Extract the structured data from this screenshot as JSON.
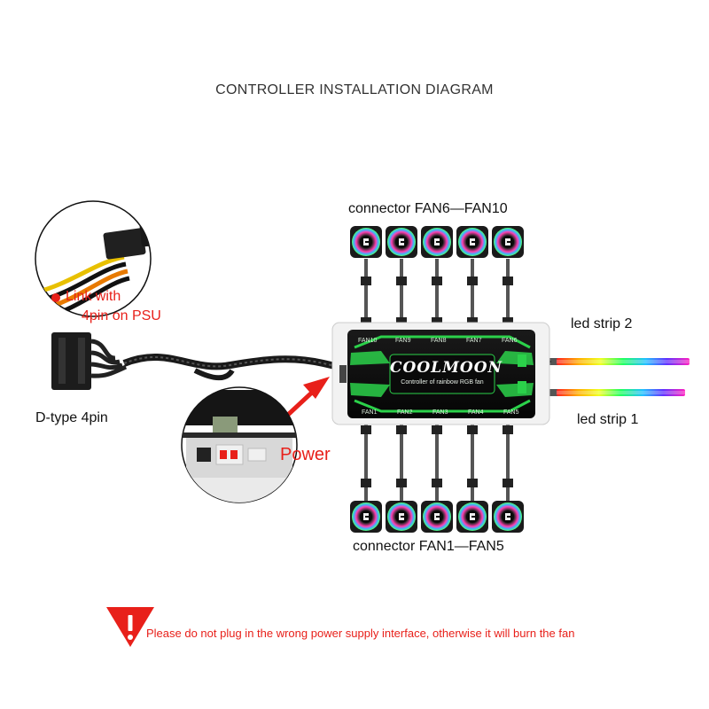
{
  "title": "CONTROLLER INSTALLATION DIAGRAM",
  "labels": {
    "connector_top": "connector  FAN6—FAN10",
    "connector_bottom": "connector  FAN1—FAN5",
    "led_strip_2": "led strip 2",
    "led_strip_1": "led strip 1",
    "dtype": "D-type 4pin",
    "power": "Power",
    "link_line1": "Link with",
    "link_line2": "4pin on PSU"
  },
  "controller": {
    "brand": "COOLMOON",
    "subtitle": "Controller of rainbow RGB fan",
    "ports_top": [
      "FAN10",
      "FAN9",
      "FAN8",
      "FAN7",
      "FAN6"
    ],
    "ports_bottom": [
      "FAN1",
      "FAN2",
      "FAN3",
      "FAN4",
      "FAN5"
    ]
  },
  "warning": {
    "icon": "warning-triangle-icon",
    "text": "Please do not plug in the wrong power supply interface, otherwise it will burn the fan"
  },
  "colors": {
    "accent_red": "#e8201a",
    "controller_green": "#2bd14a"
  }
}
